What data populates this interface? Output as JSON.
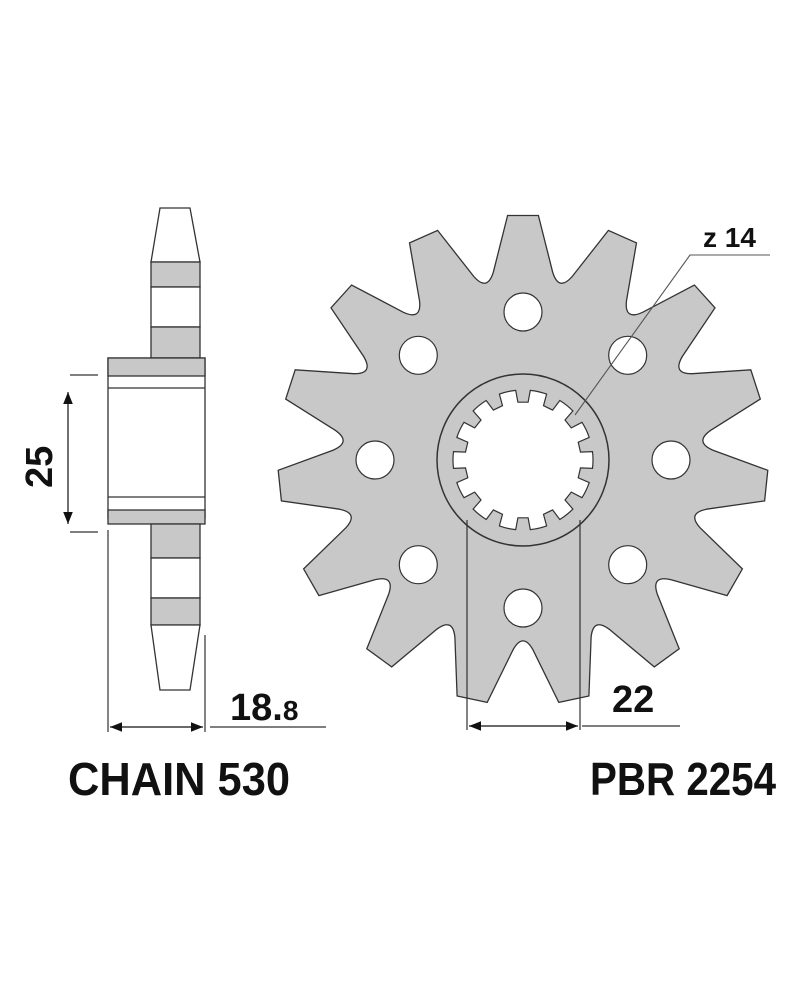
{
  "colors": {
    "metal": "#c8c8c8",
    "outline": "#333333",
    "text": "#111111"
  },
  "labels": {
    "hub_width": "25",
    "thickness_main": "18.",
    "thickness_decimal": "8",
    "chain": "CHAIN 530",
    "spline_teeth": "z 14",
    "spline_diameter": "22",
    "part_number": "PBR 2254"
  },
  "sprocket": {
    "teeth": 15,
    "bolt_holes": 8,
    "splines": 14
  }
}
